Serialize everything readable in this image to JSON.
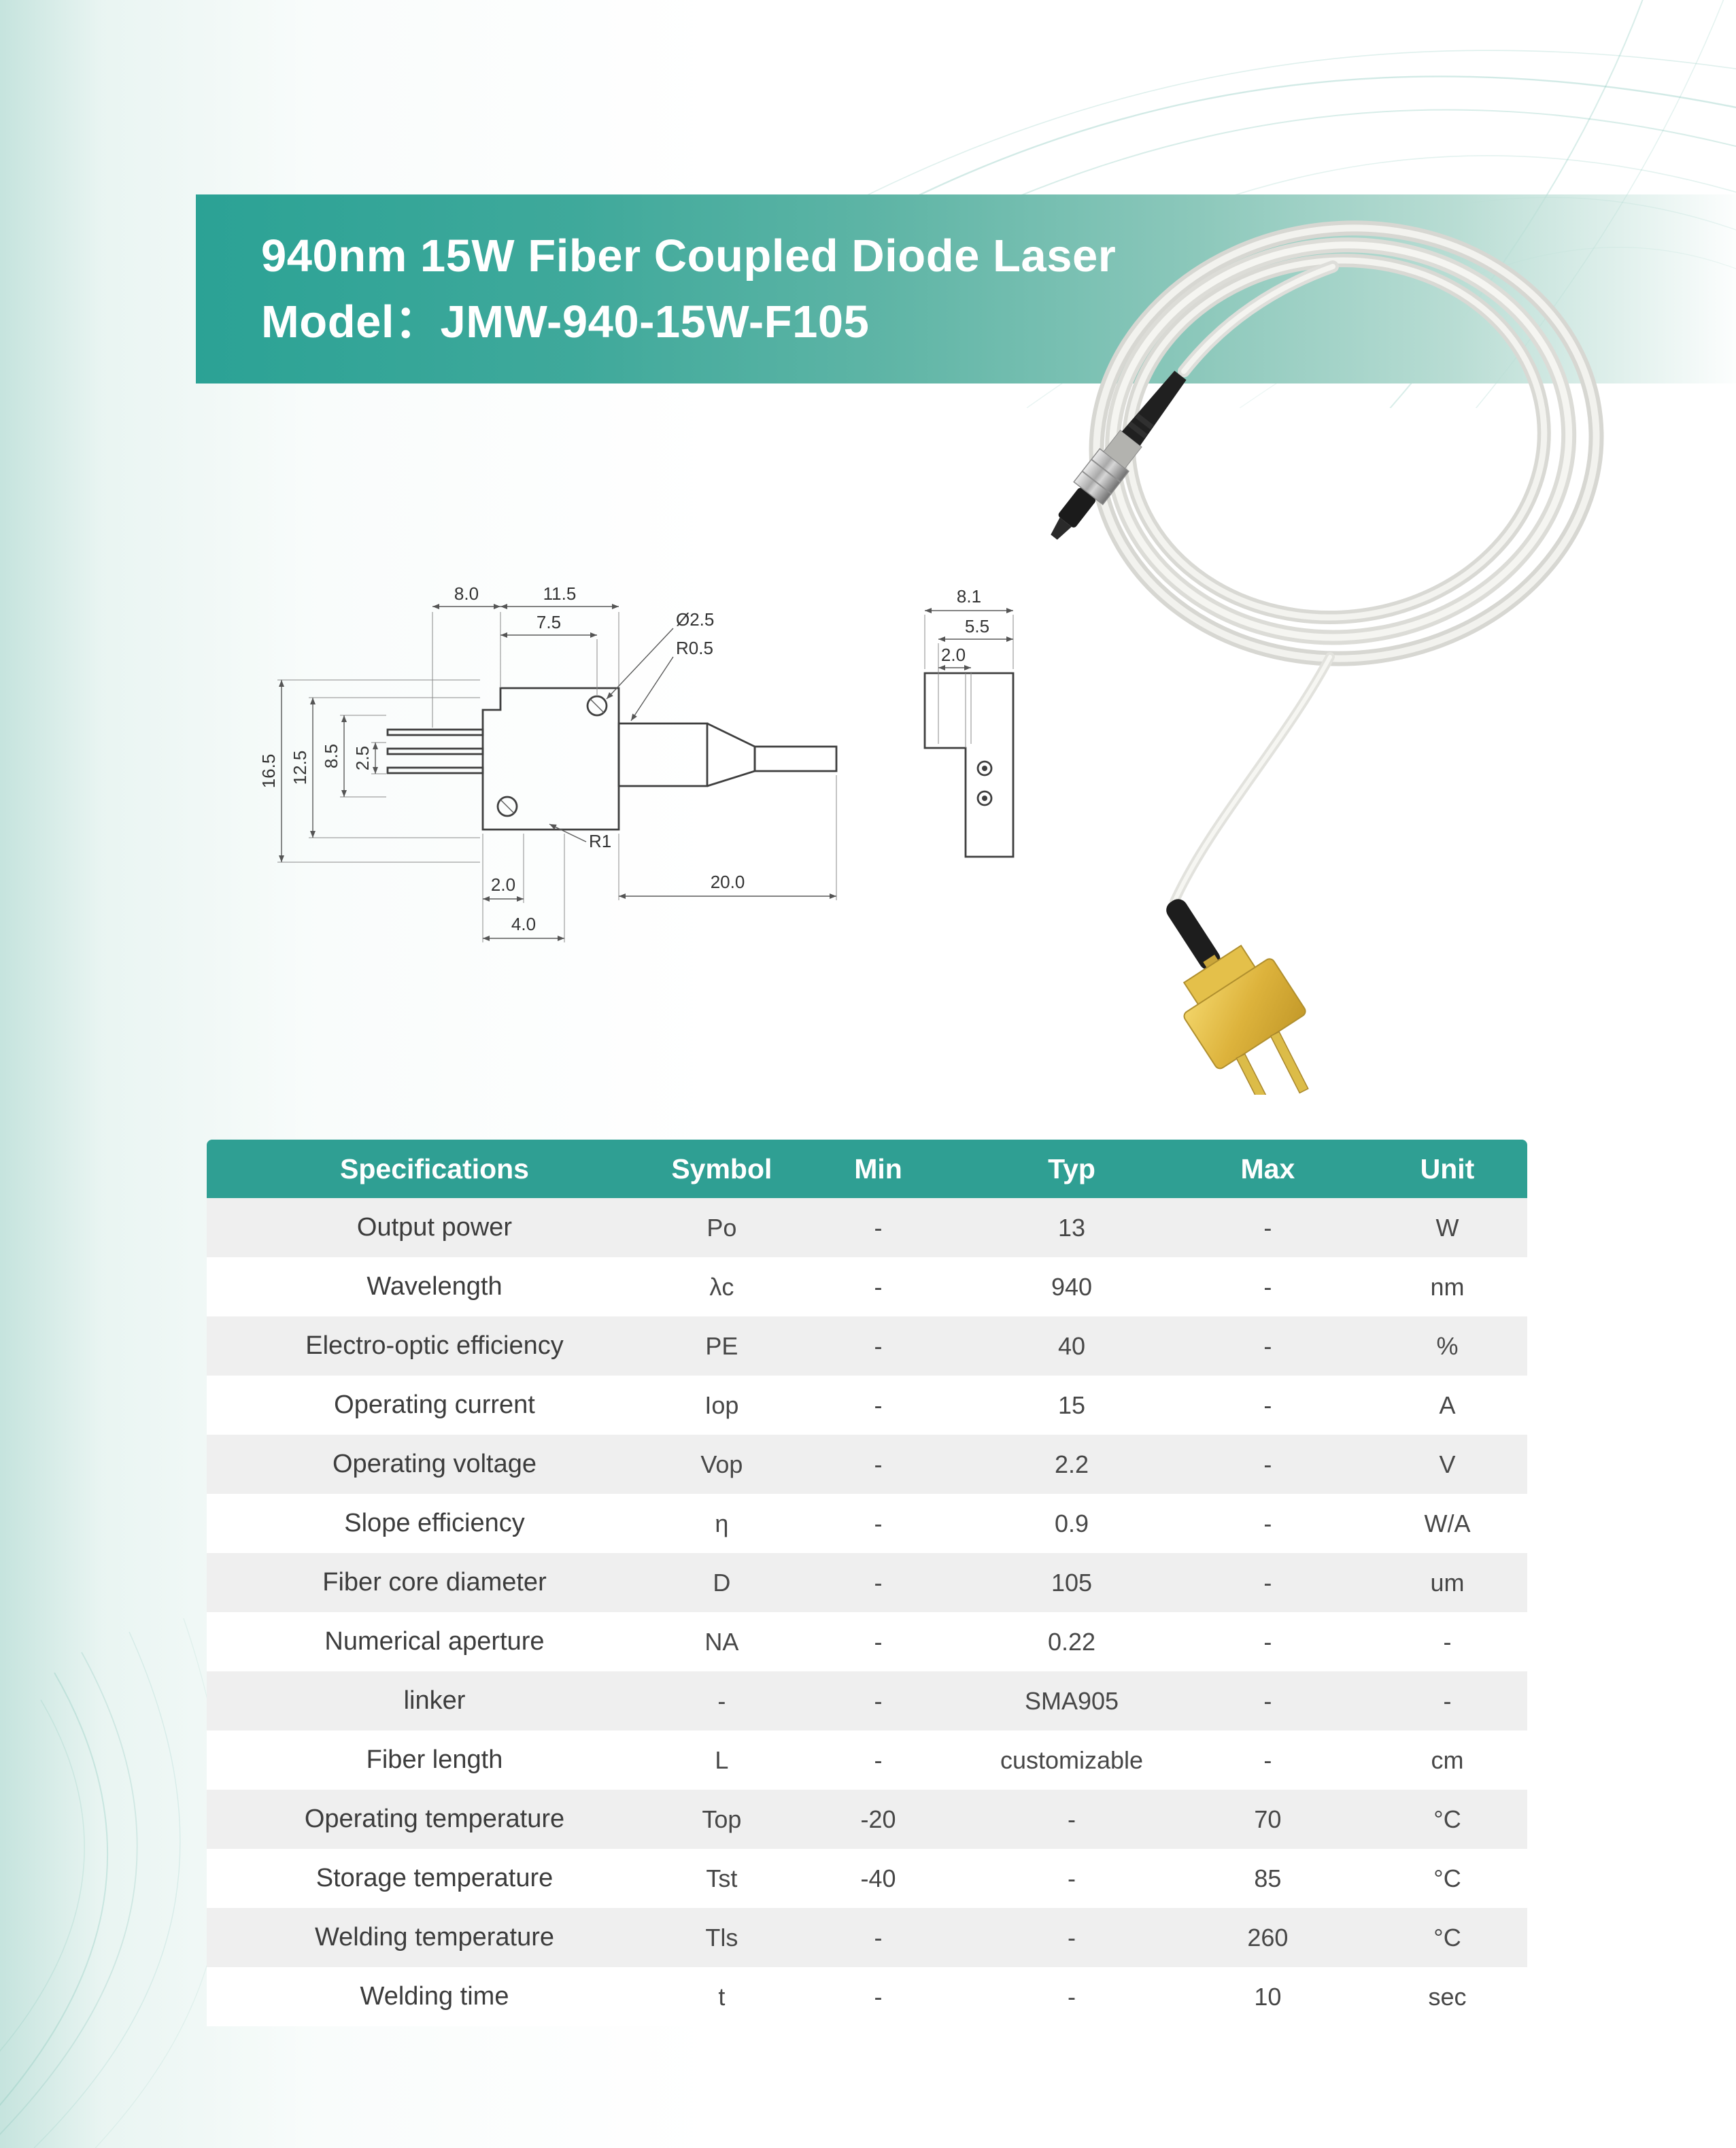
{
  "header": {
    "title_line1": "940nm 15W Fiber Coupled Diode Laser",
    "title_line2": "Model：JMW-940-15W-F105"
  },
  "drawing": {
    "side_view_dims": [
      "8.0",
      "11.5",
      "7.5",
      "Ø2.5",
      "R0.5",
      "16.5",
      "12.5",
      "8.5",
      "2.5",
      "R1",
      "2.0",
      "4.0",
      "20.0"
    ],
    "front_view_dims": [
      "8.1",
      "5.5",
      "2.0"
    ]
  },
  "table": {
    "headers": [
      "Specifications",
      "Symbol",
      "Min",
      "Typ",
      "Max",
      "Unit"
    ],
    "rows": [
      [
        "Output power",
        "Po",
        "-",
        "13",
        "-",
        "W"
      ],
      [
        "Wavelength",
        "λc",
        "-",
        "940",
        "-",
        "nm"
      ],
      [
        "Electro-optic efficiency",
        "PE",
        "-",
        "40",
        "-",
        "%"
      ],
      [
        "Operating current",
        "Iop",
        "-",
        "15",
        "-",
        "A"
      ],
      [
        "Operating voltage",
        "Vop",
        "-",
        "2.2",
        "-",
        "V"
      ],
      [
        "Slope efficiency",
        "η",
        "-",
        "0.9",
        "-",
        "W/A"
      ],
      [
        "Fiber core diameter",
        "D",
        "-",
        "105",
        "-",
        "um"
      ],
      [
        "Numerical aperture",
        "NA",
        "-",
        "0.22",
        "-",
        "-"
      ],
      [
        "linker",
        "-",
        "-",
        "SMA905",
        "-",
        "-"
      ],
      [
        "Fiber length",
        "L",
        "-",
        "customizable",
        "-",
        "cm"
      ],
      [
        "Operating temperature",
        "Top",
        "-20",
        "-",
        "70",
        "°C"
      ],
      [
        "Storage temperature",
        "Tst",
        "-40",
        "-",
        "85",
        "°C"
      ],
      [
        "Welding temperature",
        "Tls",
        "-",
        "-",
        "260",
        "°C"
      ],
      [
        "Welding time",
        "t",
        "-",
        "-",
        "10",
        "sec"
      ]
    ]
  },
  "colors": {
    "accent_teal": "#2f9f93",
    "banner_gradient_start": "#2ba295",
    "banner_gradient_end": "#d9eee9",
    "table_header_bg": "#2f9f93",
    "row_alt_bg": "#efefef",
    "gold_package": "#ddb33c"
  }
}
